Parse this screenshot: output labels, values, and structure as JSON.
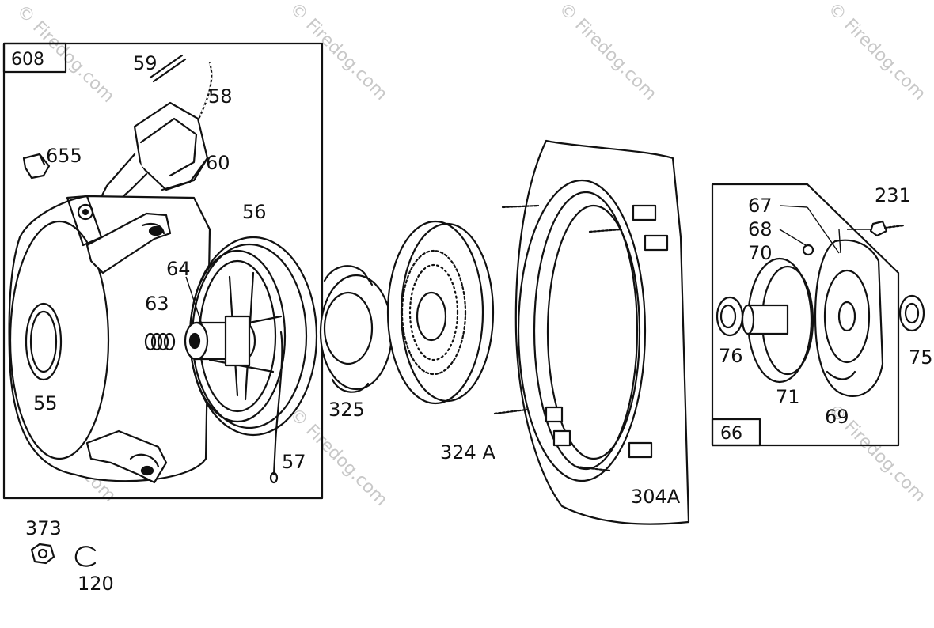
{
  "watermark": "© Firedog.com",
  "groups": {
    "rewind_starter": "608",
    "starter_clutch": "66"
  },
  "parts": {
    "p59": "59",
    "p58": "58",
    "p655": "655",
    "p60": "60",
    "p56": "56",
    "p64": "64",
    "p63": "63",
    "p55": "55",
    "p57": "57",
    "p325": "325",
    "p324a": "324 A",
    "p304a": "304A",
    "p67": "67",
    "p68": "68",
    "p231": "231",
    "p70": "70",
    "p76": "76",
    "p75": "75",
    "p71": "71",
    "p69": "69",
    "p373": "373",
    "p120": "120"
  }
}
